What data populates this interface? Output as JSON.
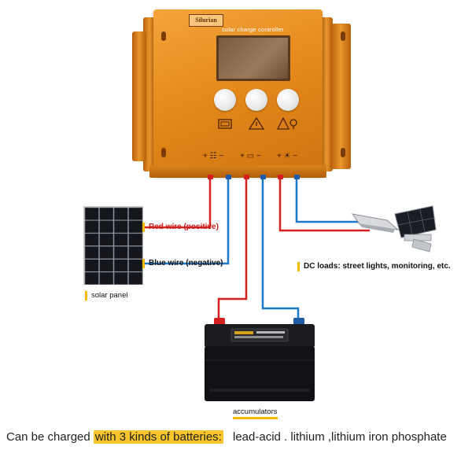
{
  "controller": {
    "brand": "Silurian",
    "model_label": "solar charge controller",
    "buttons": [
      "button-1",
      "button-2",
      "button-3"
    ],
    "icons": [
      "screen-icon",
      "warning-icon",
      "load-icon"
    ],
    "terminal_symbols": {
      "solar": "+ ☷ −",
      "battery": "+ ▭ −",
      "load": "+ ☀ −"
    }
  },
  "labels": {
    "red_wire": "Red wire (positive)",
    "blue_wire": "Blue wire (negative)",
    "solar_panel": "solar panel",
    "dc_loads": "DC loads: street lights, monitoring, etc.",
    "accumulators": "accumulators"
  },
  "footer": {
    "prefix": "Can be charged ",
    "highlight": "with 3 kinds of batteries:",
    "types": "lead-acid . lithium ,lithium iron phosphate"
  },
  "colors": {
    "controller_orange": "#e58a1c",
    "red_wire": "#d62020",
    "blue_wire": "#1e78c8",
    "highlight": "#f8c52c",
    "label_bar": "#f5b800"
  }
}
